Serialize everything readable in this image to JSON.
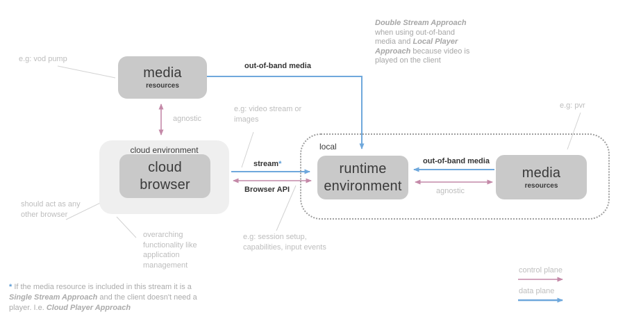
{
  "colors": {
    "node_fill": "#c9c9c9",
    "container_fill": "#efefef",
    "node_text": "#3a3a3a",
    "edge_label_text": "#333333",
    "annotation_text": "#bdbdbd",
    "note_text": "#a6a6a6",
    "control_plane_pink": "#c489a8",
    "data_plane_blue": "#6fa8dc",
    "dotted_border": "#9e9e9e",
    "annotation_line": "#d2d2d2"
  },
  "nodes": {
    "media_top": {
      "title": "media",
      "subtitle": "resources"
    },
    "cloud_env": {
      "label": "cloud environment"
    },
    "cloud_browser": {
      "title": "cloud browser"
    },
    "local": {
      "label": "local"
    },
    "runtime_env": {
      "title": "runtime environment"
    },
    "media_right": {
      "title": "media",
      "subtitle": "resources"
    }
  },
  "edges": {
    "oobm_top": "out-of-band media",
    "agnostic_left": "agnostic",
    "stream": "stream",
    "stream_asterisk": "*",
    "browser_api": "Browser API",
    "oobm_right": "out-of-band media",
    "agnostic_right": "agnostic"
  },
  "annotations": {
    "vod_pump": "e.g: vod pump",
    "video_stream": "e.g: video stream or images",
    "session_setup": "e.g: session setup, capabilities, input events",
    "should_act": "should act as any other browser",
    "overarching": "overarching functionality like application management",
    "pvr": "e.g: pvr"
  },
  "legend": {
    "control": "control plane",
    "data": "data plane"
  },
  "notes": {
    "double_stream": {
      "l1_bold": "Double Stream Approach",
      "l2": "when using out-of-band",
      "l3a": "media and ",
      "l3b": "Local Player",
      "l4a": "Approach",
      "l4b": " because video is",
      "l5": "played on the client"
    },
    "footnote": {
      "asterisk": "*",
      "l1": " If the media resource is included in this stream it is a",
      "l2a": "Single Stream Approach",
      "l2b": " and the client doesn't need a",
      "l3a": "player. I.e. ",
      "l3b": "Cloud Player Approach"
    }
  }
}
